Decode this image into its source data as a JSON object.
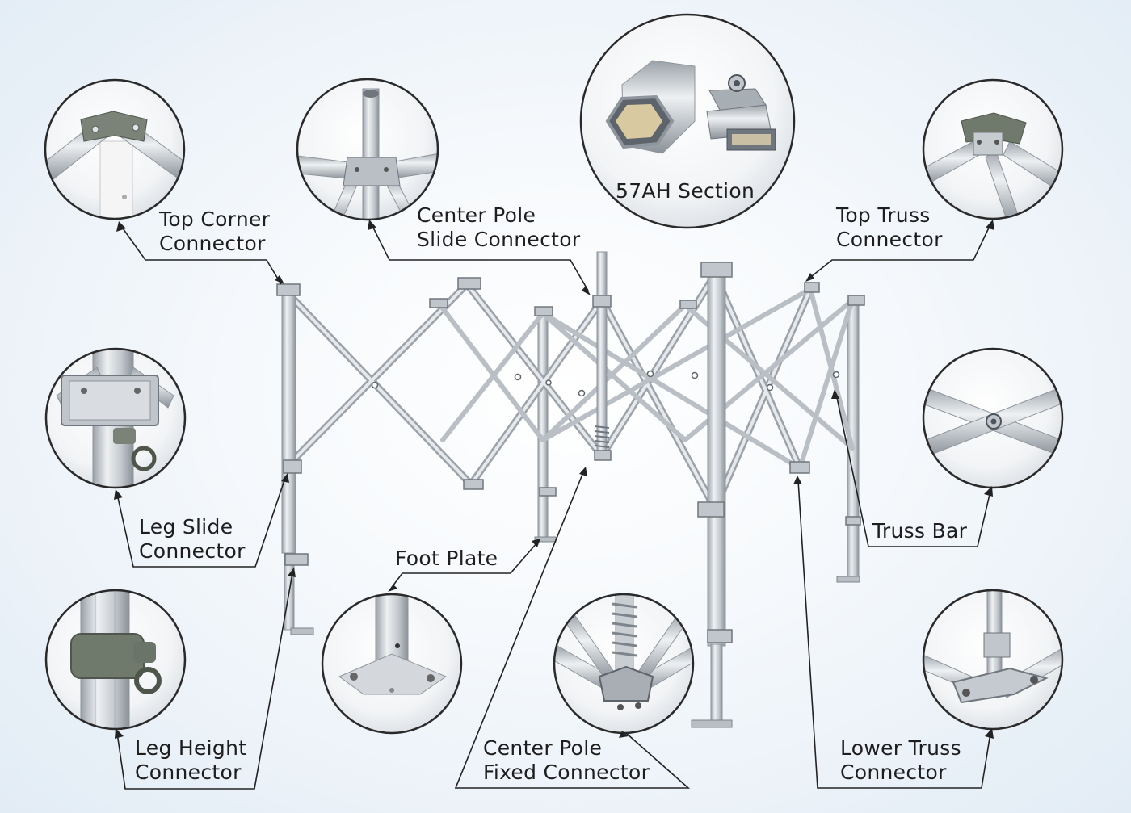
{
  "labels": {
    "top_corner": [
      "Top Corner",
      "Connector"
    ],
    "center_pole_slide": [
      "Center Pole",
      "Slide Connector"
    ],
    "section": "57AH Section",
    "top_truss": [
      "Top Truss",
      "Connector"
    ],
    "leg_slide": [
      "Leg Slide",
      "Connector"
    ],
    "truss_bar": "Truss Bar",
    "foot_plate": "Foot Plate",
    "leg_height": [
      "Leg Height",
      "Connector"
    ],
    "center_pole_fixed": [
      "Center Pole",
      "Fixed Connector"
    ],
    "lower_truss": [
      "Lower Truss",
      "Connector"
    ]
  },
  "colors": {
    "aluminium": "#c9ced3",
    "aluminium_dark": "#8e959c",
    "connector_green": "#6b7568",
    "leader_line": "#222222",
    "bubble_border": "#2a2a2a"
  }
}
